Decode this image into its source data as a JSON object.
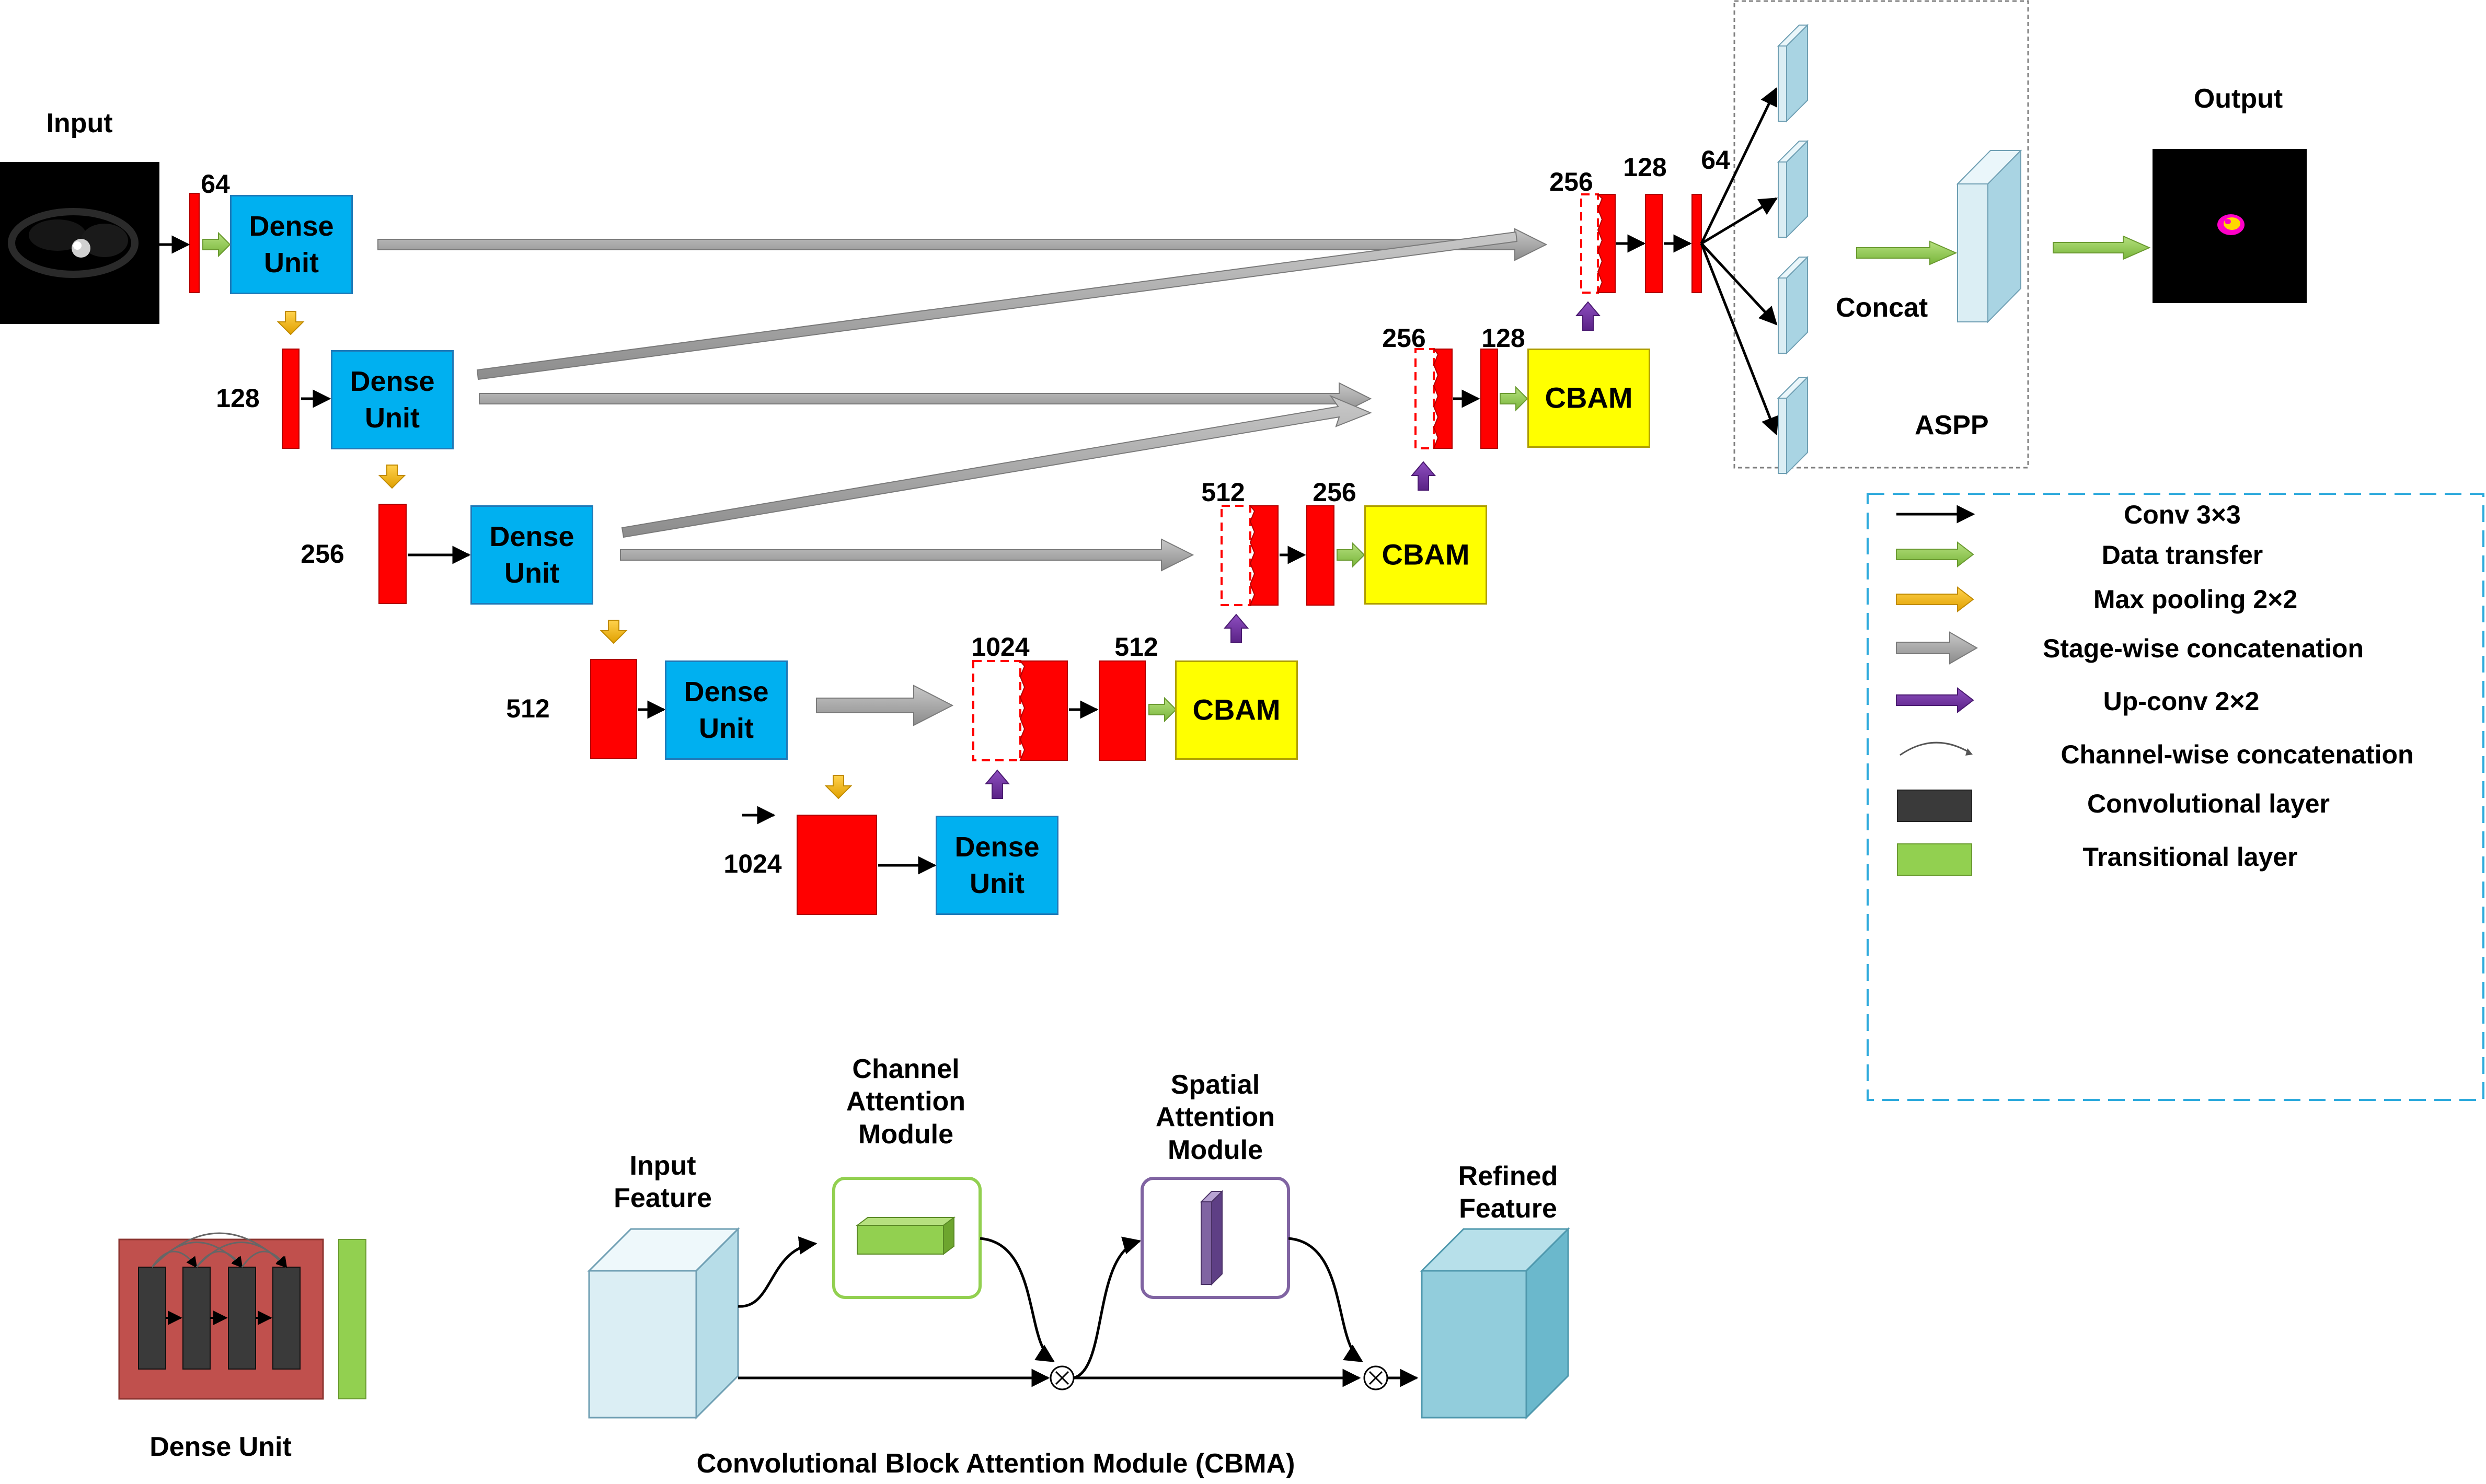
{
  "input_label": "Input",
  "output_label": "Output",
  "encoder": {
    "channel_labels": [
      "64",
      "128",
      "256",
      "512",
      "1024"
    ],
    "dense_unit_label": "Dense\nUnit"
  },
  "decoder": {
    "cbam_label": "CBAM",
    "stage4": {
      "concat": "1024",
      "conv": "512"
    },
    "stage3": {
      "concat": "512",
      "conv": "256"
    },
    "stage2": {
      "concat": "256",
      "conv": "128"
    },
    "stage1": {
      "concat": "256",
      "conv": "128",
      "out": "64"
    }
  },
  "aspp": {
    "concat_label": "Concat",
    "title": "ASPP"
  },
  "legend": {
    "items": [
      {
        "label": "Conv  3×3",
        "icon": "conv-arrow-icon"
      },
      {
        "label": "Data transfer",
        "icon": "data-transfer-arrow-icon"
      },
      {
        "label": "Max pooling 2×2",
        "icon": "max-pooling-arrow-icon"
      },
      {
        "label": "Stage-wise concatenation",
        "icon": "stage-concat-arrow-icon"
      },
      {
        "label": "Up-conv 2×2",
        "icon": "upconv-arrow-icon"
      },
      {
        "label": "Channel-wise concatenation",
        "icon": "channel-concat-arc-icon"
      },
      {
        "label": "Convolutional layer",
        "icon": "conv-layer-swatch-icon"
      },
      {
        "label": "Transitional layer",
        "icon": "transitional-layer-swatch-icon"
      }
    ]
  },
  "dense_unit_detail": {
    "caption": "Dense Unit"
  },
  "cbam_detail": {
    "input_label": "Input\nFeature",
    "channel_label": "Channel\nAttention\nModule",
    "spatial_label": "Spatial\nAttention\nModule",
    "refined_label": "Refined\nFeature",
    "caption": "Convolutional Block Attention Module (CBMA)"
  },
  "colors": {
    "conv_red": "#ff0000",
    "dense_blue": "#00b0f0",
    "cbam_yellow": "#ffff00",
    "data_transfer_green": "#92d050",
    "max_pool_orange": "#ffc000",
    "stage_concat_gray": "#a6a6a6",
    "upconv_purple": "#7030a0",
    "legend_border": "#2eaadc",
    "dense_unit_bg": "#c0504d",
    "conv_layer_dark": "#3a3a3a",
    "feature_cube_light": "#dbeef4",
    "feature_cube_refined": "#92cddc"
  }
}
